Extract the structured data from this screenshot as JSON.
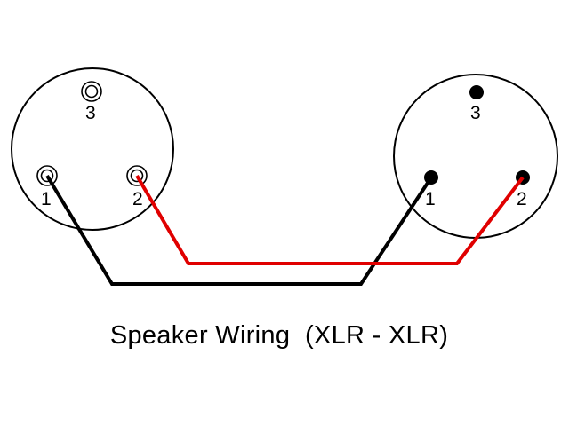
{
  "caption": "Speaker Wiring  (XLR - XLR)",
  "colors": {
    "wire_pin1": "#000000",
    "wire_pin2": "#e00000",
    "outline": "#000000",
    "background": "#ffffff"
  },
  "connector_left": {
    "style": "female-socket",
    "pins": [
      {
        "label": "3"
      },
      {
        "label": "1"
      },
      {
        "label": "2"
      }
    ]
  },
  "connector_right": {
    "style": "male-pin",
    "pins": [
      {
        "label": "3"
      },
      {
        "label": "1"
      },
      {
        "label": "2"
      }
    ]
  },
  "wires": [
    {
      "from": "left-pin-1",
      "to": "right-pin-1",
      "color": "#000000"
    },
    {
      "from": "left-pin-2",
      "to": "right-pin-2",
      "color": "#e00000"
    }
  ]
}
